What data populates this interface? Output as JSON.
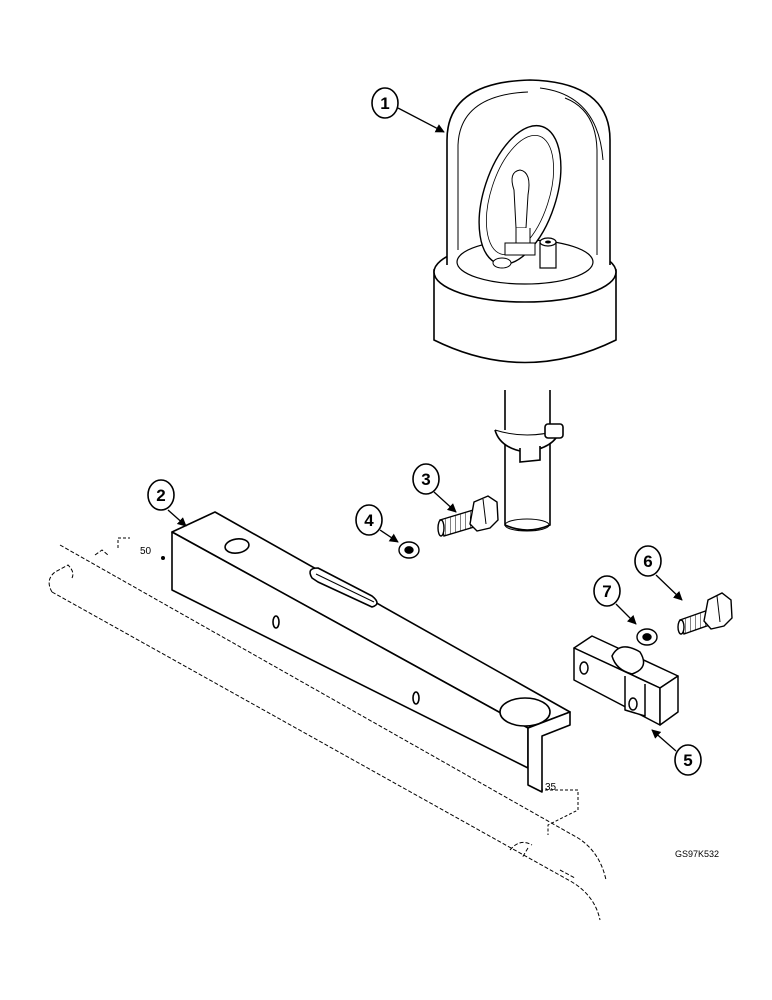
{
  "callouts": [
    "1",
    "2",
    "3",
    "4",
    "5",
    "6",
    "7"
  ],
  "dimensions": {
    "left": "50",
    "right": "35"
  },
  "reference_code": "GS97K532"
}
